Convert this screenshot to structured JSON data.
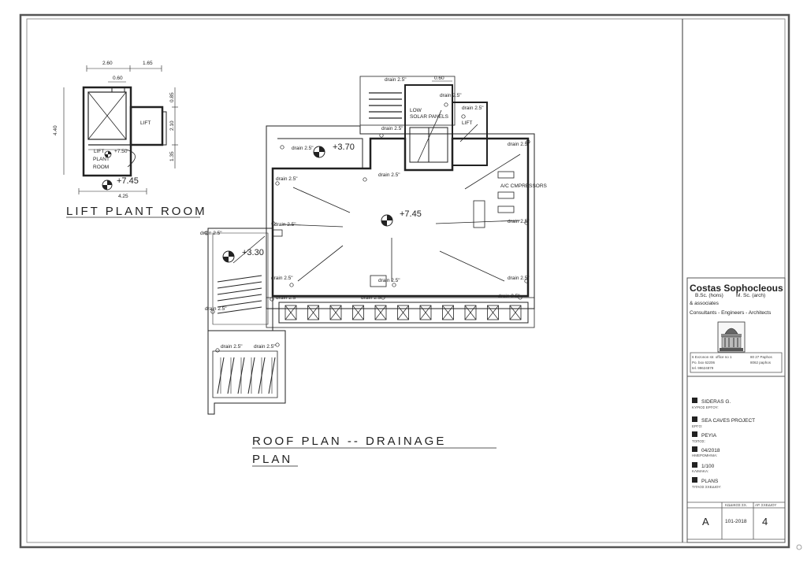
{
  "title_block": {
    "firm_name": "Costas Sophocleous",
    "degrees_left": "B.Sc. (hons)",
    "degrees_right": "M. Sc. (arch)",
    "associates": "& associates",
    "tagline": "Consultants - Engineers - Architects",
    "address_left_1": "6 Evzonon str. office no 1",
    "address_right_1": "80 27  Paphos",
    "address_left_2": "Po. box  62206",
    "address_right_2": "8062  paphos",
    "address_left_3": "tel.  99624879",
    "fields": [
      {
        "value": "SIDERAS G.",
        "caption": "ΚΥΡΙΟΣ ΕΡΓΟΥ:"
      },
      {
        "value": "SEA CAVES PROJECT",
        "caption": "ΕΡΓΟ:"
      },
      {
        "value": "PEYIA",
        "caption": "ΤΟΠΟΣ:"
      },
      {
        "value": "04/2018",
        "caption": "ΗΜΕΡΟΜΗΝΙΑ:"
      },
      {
        "value": "1/100",
        "caption": "ΚΛΙΜΑΚΑ:"
      },
      {
        "value": "PLANS",
        "caption": "ΤΙΤΛΟΣ ΣΧΕΔΙΟΥ:"
      }
    ],
    "code_header": "ΚΩΔΙΚΟΣ ΣΧ.",
    "number_header": "ΑΡ. ΣΧΕΔΙΟΥ",
    "sheet_letter": "A",
    "code_value": "101-2018",
    "sheet_number": "4"
  },
  "lift_plan": {
    "title": "LIFT   PLANT   ROOM",
    "dims": {
      "top_a": "2.60",
      "top_b": "1.65",
      "door": "0.60",
      "left_total": "4.40",
      "right_a": "0.85",
      "right_b": "2.10",
      "right_c": "1.35",
      "bottom": "4.25"
    },
    "lift_label": "LIFT",
    "room_label_1": "LIFT",
    "room_label_2": "PLANT",
    "room_label_3": "ROOM",
    "room_level": "+7.50",
    "level": "+7.45"
  },
  "roof_plan": {
    "title_line_1": "ROOF   PLAN   --   DRAINAGE",
    "title_line_2": "PLAN",
    "levels": {
      "main": "+7.45",
      "upper": "+3.70",
      "stair": "+3.30"
    },
    "top_dim": "0.60",
    "labels": {
      "low": "LOW",
      "solar": "SOLAR PANELS",
      "lift": "LIFT",
      "ac": "A/C CMPRESSORS"
    },
    "drain_label": "drain 2.5\""
  }
}
